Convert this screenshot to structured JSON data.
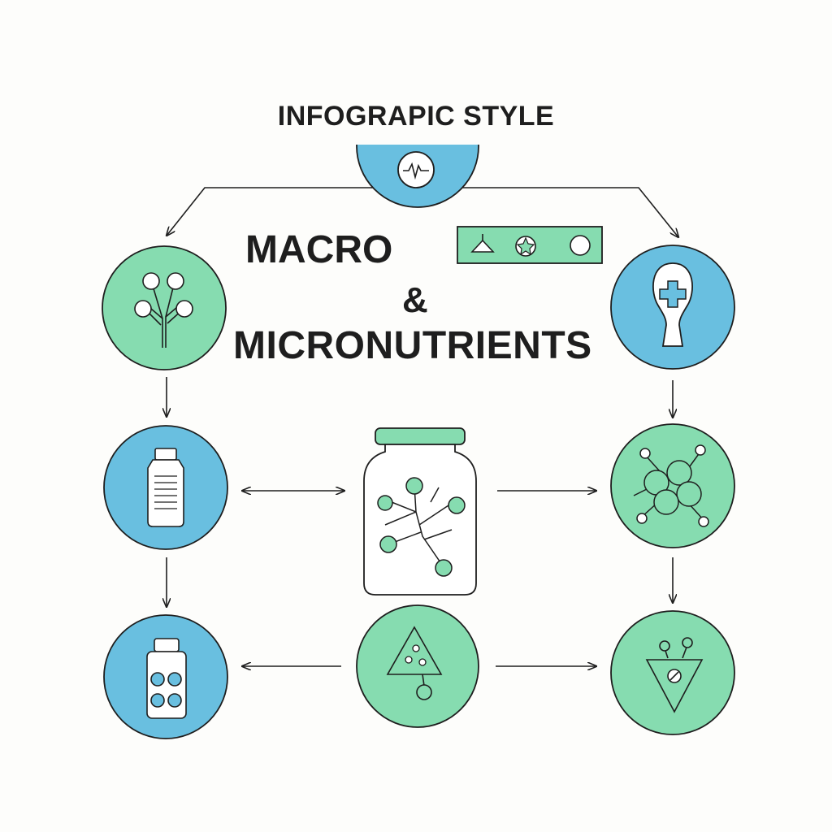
{
  "header": {
    "title": "INFOGRAPIC STYLE"
  },
  "main_title": {
    "line1": "MACRO",
    "line2": "&",
    "line3": "MICRONUTRIENTS"
  },
  "colors": {
    "blue": "#69bfe0",
    "green": "#86dcb0",
    "outline": "#1e1e1e",
    "background": "#fdfdfb"
  },
  "icons": {
    "top": "heartbeat-icon",
    "legend": [
      "cone-icon",
      "star-circle-icon",
      "circle-icon"
    ],
    "left_top": "plant-sprout-icon",
    "right_top": "medical-cross-keyhole-icon",
    "left_middle": "medicine-bottle-icon",
    "center": "jar-with-branch-icon",
    "right_middle": "molecule-cluster-icon",
    "left_bottom": "pill-bottle-icon",
    "center_bottom": "triangle-nutrient-icon",
    "right_bottom": "inverted-triangle-icon"
  }
}
